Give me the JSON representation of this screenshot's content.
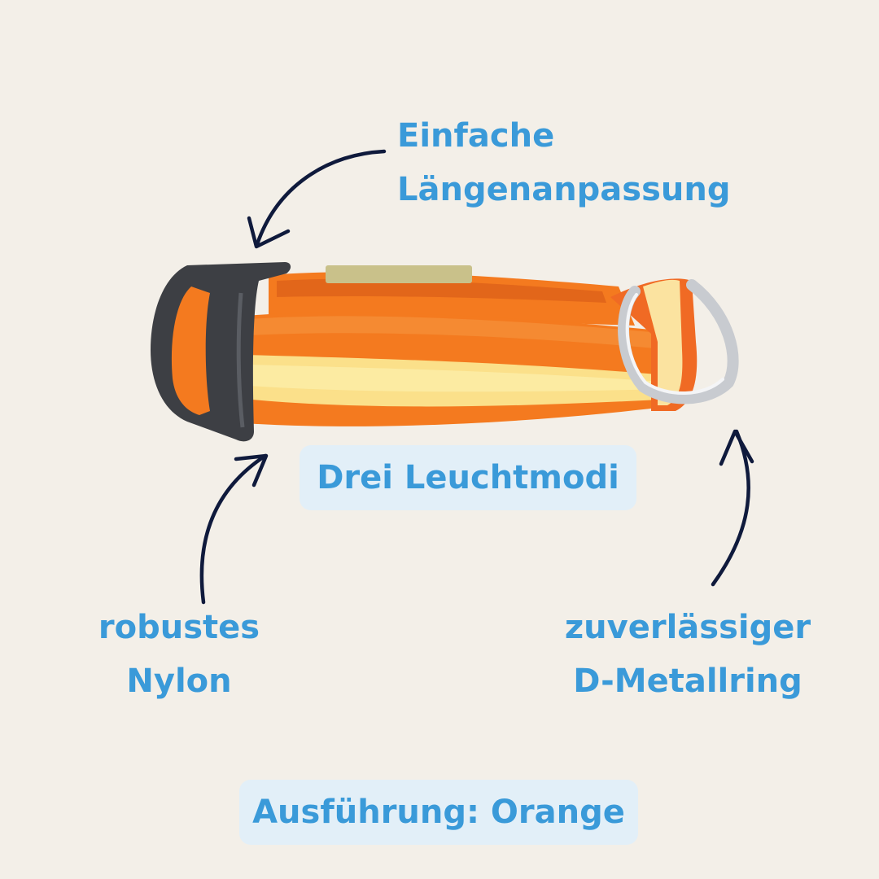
{
  "theme": {
    "background": "#f3efe8",
    "label_color": "#3a9ad9",
    "pill_color": "#e2eff8",
    "arrow_color": "#0f1a3c",
    "collar_orange": "#f47a1f",
    "collar_glow": "#fbe08a"
  },
  "callouts": {
    "adjustment": {
      "line1": "Einfache",
      "line2": "Längenanpassung"
    },
    "nylon": {
      "line1": "robustes",
      "line2": "Nylon"
    },
    "ring": {
      "line1": "zuverlässiger",
      "line2": "D-Metallring"
    },
    "light_modes": "Drei Leuchtmodi"
  },
  "variant": "Ausführung: Orange",
  "icons": {
    "arrow_top": "curved-arrow-icon",
    "arrow_left": "curved-arrow-icon",
    "arrow_right": "curved-arrow-icon"
  }
}
